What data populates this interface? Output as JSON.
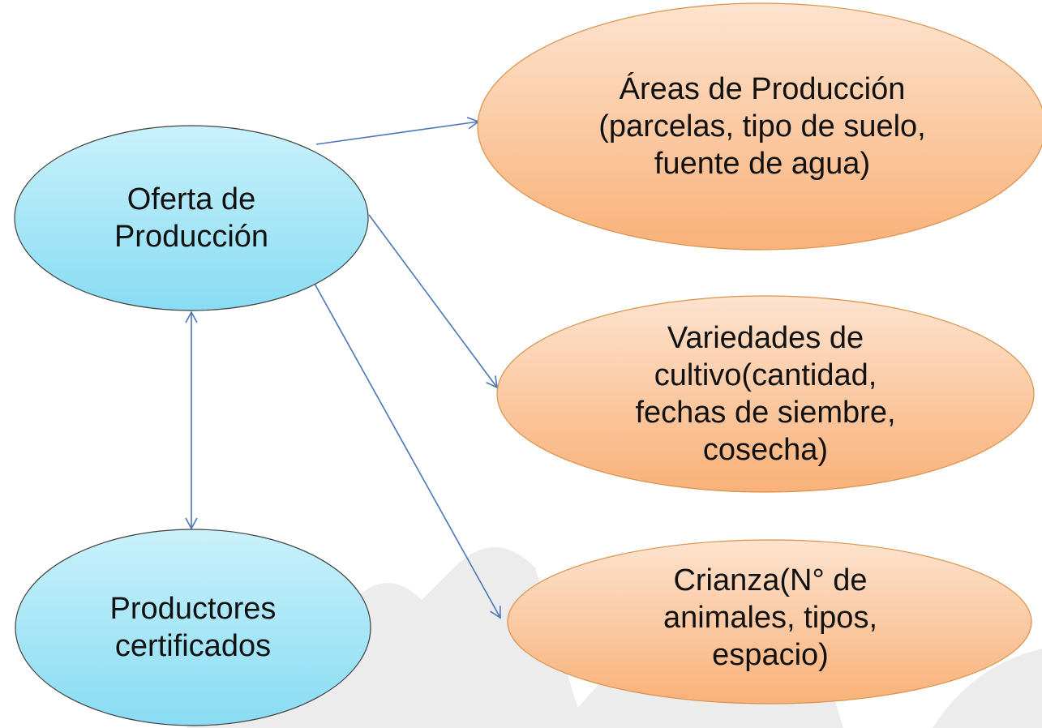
{
  "diagram": {
    "nodes": {
      "oferta": {
        "text": "Oferta de\nProducción",
        "fill_top": "#c9f1fb",
        "fill_bottom": "#88dcf3",
        "stroke": "#404040"
      },
      "areas": {
        "text": "Áreas de Producción\n(parcelas, tipo de suelo,\nfuente de agua)",
        "fill_top": "#fde3cf",
        "fill_bottom": "#f9b178",
        "stroke": "#d8924a"
      },
      "variedades": {
        "text": "Variedades de\ncultivo(cantidad,\nfechas de siembre,\ncosecha)",
        "fill_top": "#fde3cf",
        "fill_bottom": "#f9b178",
        "stroke": "#d8924a"
      },
      "crianza": {
        "text": "Crianza(N° de\nanimales, tipos,\nespacio)",
        "fill_top": "#fde3cf",
        "fill_bottom": "#f9b178",
        "stroke": "#d8924a"
      },
      "productores": {
        "text": "Productores\ncertificados",
        "fill_top": "#c9f1fb",
        "fill_bottom": "#88dcf3",
        "stroke": "#404040"
      }
    },
    "edges": [
      {
        "from": "oferta",
        "to": "areas",
        "arrow": "end"
      },
      {
        "from": "oferta",
        "to": "variedades",
        "arrow": "end"
      },
      {
        "from": "oferta",
        "to": "crianza",
        "arrow": "end"
      },
      {
        "from": "oferta",
        "to": "productores",
        "arrow": "both"
      }
    ],
    "edge_color": "#4a76b6",
    "background_watermark_color": "#e6e6e6"
  }
}
